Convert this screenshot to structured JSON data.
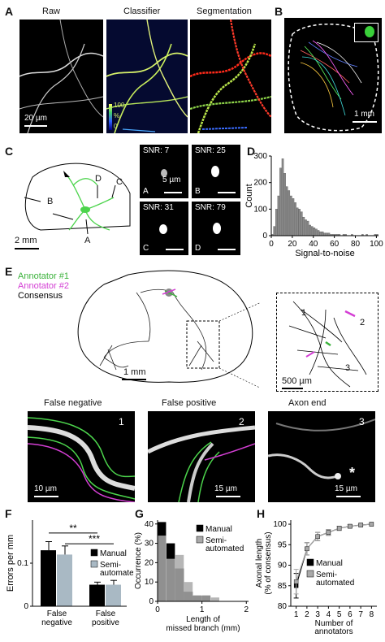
{
  "panels": {
    "A": {
      "letter": "A",
      "titles": [
        "Raw",
        "Classifier",
        "Segmentation"
      ],
      "scale": "20 µm",
      "colorbar": {
        "max": "100",
        "unit": "%",
        "min": "0"
      }
    },
    "B": {
      "letter": "B",
      "scale": "1 mm"
    },
    "C": {
      "letter": "C",
      "scale": "2 mm",
      "brain_labels": [
        "A",
        "B",
        "C",
        "D"
      ],
      "insets": [
        {
          "snr": "SNR: 7",
          "corner": "A",
          "scale": "5 µm"
        },
        {
          "snr": "SNR: 25",
          "corner": "B"
        },
        {
          "snr": "SNR: 31",
          "corner": "C"
        },
        {
          "snr": "SNR: 79",
          "corner": "D"
        }
      ]
    },
    "D": {
      "letter": "D",
      "ylabel": "Count",
      "xlabel": "Signal-to-noise"
    },
    "E": {
      "letter": "E",
      "legend": [
        "Annotator #1",
        "Annotator #2",
        "Consensus"
      ],
      "scale": "1 mm",
      "inset_scale": "500 µm",
      "inset_marks": [
        "1",
        "2",
        "3"
      ],
      "crops": [
        {
          "title": "False negative",
          "num": "1",
          "scale": "10 µm"
        },
        {
          "title": "False positive",
          "num": "2",
          "scale": "15 µm"
        },
        {
          "title": "Axon end",
          "num": "3",
          "scale": "15 µm",
          "mark": "*"
        }
      ]
    },
    "F": {
      "letter": "F",
      "sig1": "**",
      "sig2": "***",
      "legend": [
        "Manual",
        "Semi-\nautomated"
      ]
    },
    "G": {
      "letter": "G",
      "legend": [
        "Manual",
        "Semi-\nautomated"
      ]
    },
    "H": {
      "letter": "H",
      "legend": [
        "Manual",
        "Semi-\nautomated"
      ]
    }
  },
  "chart_data": [
    {
      "id": "D",
      "type": "bar",
      "xlabel": "Signal-to-noise",
      "ylabel": "Count",
      "ylim": [
        0,
        300
      ],
      "yticks": [
        0,
        100,
        200,
        300
      ],
      "xticks": [
        0,
        20,
        40,
        60,
        80,
        100
      ],
      "xlim": [
        0,
        102
      ],
      "bin_width": 2,
      "values": [
        5,
        35,
        100,
        150,
        255,
        290,
        235,
        185,
        170,
        150,
        140,
        125,
        105,
        100,
        90,
        70,
        60,
        55,
        40,
        35,
        30,
        25,
        20,
        15,
        15,
        10,
        10,
        10,
        5,
        5,
        5,
        5,
        5,
        0,
        5,
        5,
        0,
        0,
        5,
        0,
        0,
        0,
        0,
        5,
        0,
        5,
        0,
        0,
        0,
        5,
        5
      ]
    },
    {
      "id": "F",
      "type": "bar",
      "ylabel": "Errors per mm",
      "ylim": [
        0,
        0.2
      ],
      "yticks": [
        0,
        0.1
      ],
      "categories": [
        "False\nnegative",
        "False\npositive"
      ],
      "series": [
        {
          "name": "Manual",
          "values": [
            0.13,
            0.05
          ],
          "errors": [
            0.02,
            0.006
          ],
          "color": "#000000"
        },
        {
          "name": "Semi-\nautomated",
          "values": [
            0.12,
            0.05
          ],
          "errors": [
            0.02,
            0.01
          ],
          "color": "#a9b9c4"
        }
      ]
    },
    {
      "id": "G",
      "type": "bar",
      "xlabel": "Length of\nmissed branch (mm)",
      "ylabel": "Occurrence (%)",
      "ylim": [
        0,
        42
      ],
      "yticks": [
        0,
        10,
        20,
        30,
        40
      ],
      "xticks": [
        0,
        1,
        2
      ],
      "xlim": [
        0,
        2.05
      ],
      "bin_width": 0.2,
      "series": [
        {
          "name": "Manual",
          "values": [
            41,
            30,
            17,
            5,
            3,
            3,
            0,
            0,
            0,
            0
          ],
          "color": "#000000"
        },
        {
          "name": "Semi-\nautomated",
          "values": [
            34,
            22,
            24,
            10,
            3,
            3,
            2,
            0,
            0,
            0
          ],
          "color": "#a9a9a9"
        }
      ]
    },
    {
      "id": "H",
      "type": "line",
      "xlabel": "Number of\nannotators",
      "ylabel": "Axonal length\n(% of consensus)",
      "ylim": [
        80,
        101
      ],
      "yticks": [
        80,
        85,
        90,
        95,
        100
      ],
      "xticks": [
        1,
        2,
        3,
        4,
        5,
        6,
        7,
        8
      ],
      "series": [
        {
          "name": "Manual",
          "x": [
            1,
            2,
            3,
            4,
            5,
            6,
            7,
            8
          ],
          "values": [
            85,
            94,
            97,
            98,
            99,
            99.5,
            99.8,
            100
          ],
          "errors": [
            3,
            1.5,
            1,
            0.7,
            0.5,
            0.4,
            0.2,
            0
          ],
          "color": "#000000"
        },
        {
          "name": "Semi-\nautomated",
          "x": [
            1,
            2,
            3,
            4,
            5,
            6,
            7,
            8
          ],
          "values": [
            86,
            94,
            97,
            98,
            99,
            99.5,
            99.8,
            100
          ],
          "errors": [
            3,
            1.5,
            1,
            0.7,
            0.5,
            0.4,
            0.2,
            0
          ],
          "color": "#a9a9a9"
        }
      ]
    }
  ]
}
